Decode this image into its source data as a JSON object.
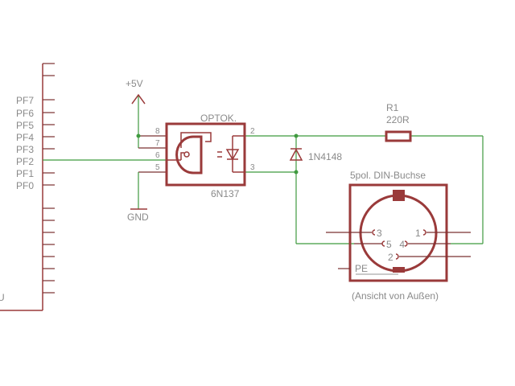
{
  "mcu": {
    "pins": [
      "PF7",
      "PF6",
      "PF5",
      "PF4",
      "PF3",
      "PF2",
      "PF1",
      "PF0"
    ],
    "partial_label": "U"
  },
  "power": {
    "vcc": "+5V",
    "gnd": "GND"
  },
  "optocoupler": {
    "name": "OPTOK.",
    "value": "6N137",
    "pins": {
      "p8": "8",
      "p7": "7",
      "p6": "6",
      "p5": "5",
      "p2": "2",
      "p3": "3"
    }
  },
  "diode": {
    "value": "1N4148"
  },
  "resistor": {
    "name": "R1",
    "value": "220R"
  },
  "din": {
    "title": "5pol. DIN-Buchse",
    "pins": {
      "p1": "1",
      "p2": "2",
      "p3": "3",
      "p4": "4",
      "p5": "5"
    },
    "pe": "PE",
    "caption": "(Ansicht von Außen)"
  },
  "colors": {
    "part": "#9a3a3a",
    "wire": "#3f9a3f",
    "text": "#8a8a8a"
  }
}
